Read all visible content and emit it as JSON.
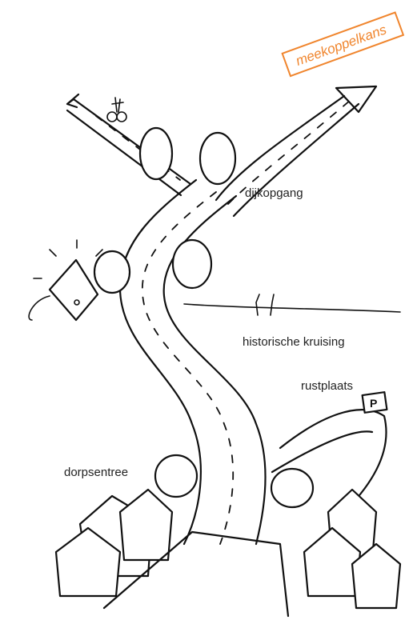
{
  "stamp": {
    "text": "meekoppelkans",
    "color": "#f0852d"
  },
  "labels": {
    "dijkopgang": "dijkopgang",
    "historische_kruising": "historische kruising",
    "rustplaats": "rustplaats",
    "dorpsentree": "dorpsentree"
  },
  "parking_sign": "P",
  "ink_color": "#111111"
}
